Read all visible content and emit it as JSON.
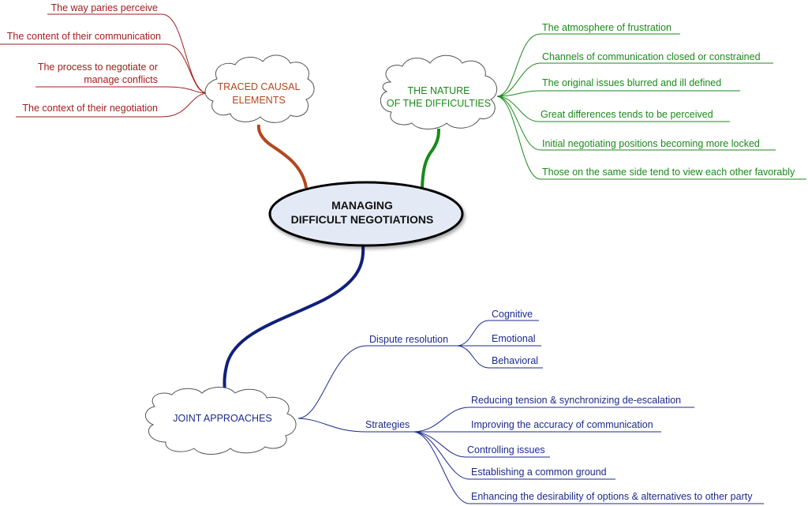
{
  "center": {
    "line1": "MANAGING",
    "line2": "DIFFICULT NEGOTIATIONS"
  },
  "colors": {
    "red": "#a01e1e",
    "brown": "#b5461e",
    "green": "#1a8a1a",
    "blue": "#1c2a8c",
    "center_fill": "#e4eaf5"
  },
  "causal": {
    "title_line1": "TRACED CAUSAL",
    "title_line2": "ELEMENTS",
    "items": [
      "The way paries perceive",
      "The content of their communication",
      "The process to negotiate or",
      "manage conflicts",
      "The context of their negotiation"
    ]
  },
  "nature": {
    "title_line1": "THE NATURE",
    "title_line2": "OF THE DIFFICULTIES",
    "items": [
      "The atmosphere of frustration",
      "Channels of communication closed or constrained",
      "The original issues blurred and ill defined",
      "Great differences tends to be perceived",
      "Initial negotiating positions becoming more locked",
      "Those on the same side tend to view each other favorably"
    ]
  },
  "joint": {
    "title": "JOINT APPROACHES",
    "dispute": {
      "label": "Dispute resolution",
      "items": [
        "Cognitive",
        "Emotional",
        "Behavioral"
      ]
    },
    "strategies": {
      "label": "Strategies",
      "items": [
        "Reducing tension & synchronizing de-escalation",
        "Improving the accuracy of communication",
        "Controlling issues",
        "Establishing a common ground",
        "Enhancing the desirability of options & alternatives to other party"
      ]
    }
  }
}
